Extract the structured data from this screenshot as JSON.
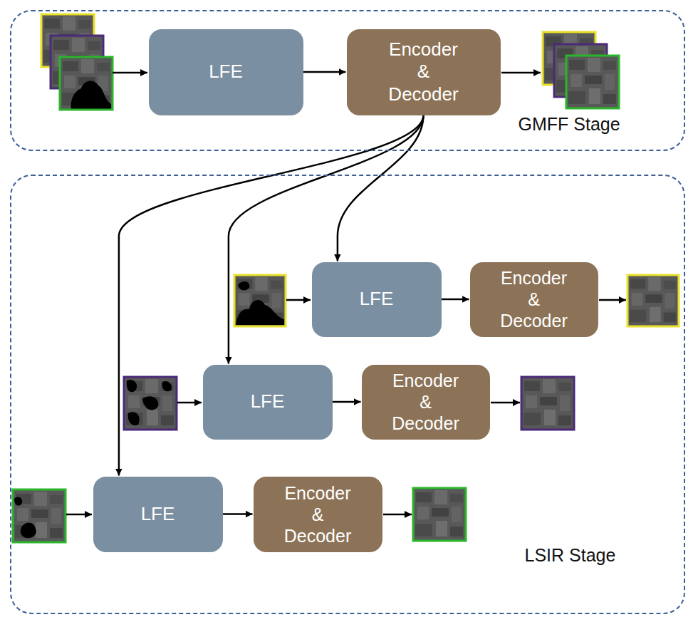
{
  "diagram": {
    "nodes": [
      {
        "text": [
          "GMFF Stage"
        ]
      },
      {
        "text": [
          "LFE"
        ],
        "in": 0
      },
      {
        "text": [
          "Encoder & Decoder"
        ],
        "in": 0
      },
      {
        "text": [
          "LSIR Stage"
        ]
      },
      {
        "text": [
          "LFE"
        ],
        "in": 3
      },
      {
        "text": [
          "Encoder & Decoder"
        ],
        "in": 3
      },
      {
        "text": [
          "LFE"
        ],
        "in": 3
      },
      {
        "text": [
          "Encoder & Decoder"
        ],
        "in": 3
      },
      {
        "text": [
          "LFE"
        ],
        "in": 3
      },
      {
        "text": [
          "Encoder & Decoder"
        ],
        "in": 3
      }
    ],
    "edges": [
      {
        "from": 1,
        "to": 2,
        "arrow": "to"
      },
      {
        "from": 2,
        "to": 4,
        "arrow": "to"
      },
      {
        "from": 2,
        "to": 6,
        "arrow": "to"
      },
      {
        "from": 2,
        "to": 8,
        "arrow": "to"
      },
      {
        "from": 4,
        "to": 5,
        "arrow": "to"
      },
      {
        "from": 6,
        "to": 7,
        "arrow": "to"
      },
      {
        "from": 8,
        "to": 9,
        "arrow": "to"
      }
    ]
  }
}
